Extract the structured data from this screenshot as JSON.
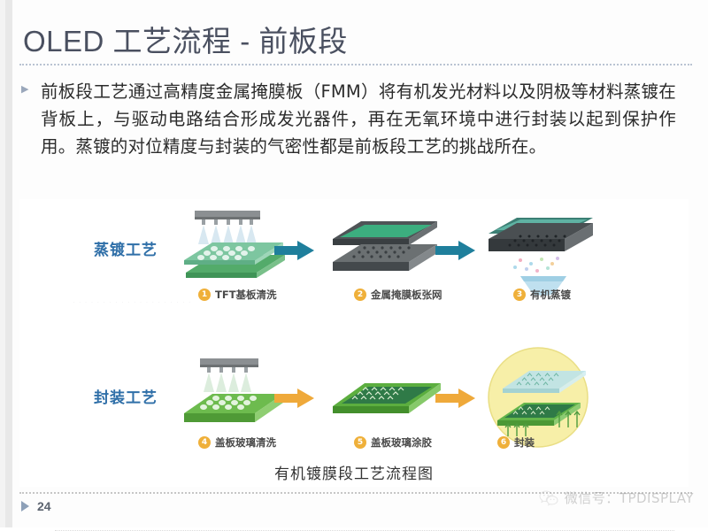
{
  "slide": {
    "title": "OLED 工艺流程 - 前板段",
    "body_text": "前板段工艺通过高精度金属掩膜板（FMM）将有机发光材料以及阴极等材料蒸镀在背板上，与驱动电路结合形成发光器件，再在无氧环境中进行封装以起到保护作用。蒸镀的对位精度与封装的气密性都是前板段工艺的挑战所在。",
    "bullet_marker": "▶"
  },
  "figure": {
    "caption": "有机镀膜段工艺流程图",
    "rows": [
      {
        "label": "蒸镀工艺",
        "label_color": "#2f6fa8",
        "arrow_color": "#1f7f9c",
        "steps": [
          {
            "num": "1",
            "label": "TFT基板清洗",
            "icon": "spray-clean-panel-icon"
          },
          {
            "num": "2",
            "label": "金属掩膜板张网",
            "icon": "fmm-mask-stack-icon"
          },
          {
            "num": "3",
            "label": "有机蒸镀",
            "icon": "organic-evaporation-icon"
          }
        ]
      },
      {
        "label": "封装工艺",
        "label_color": "#2f6fa8",
        "arrow_color": "#efa93a",
        "steps": [
          {
            "num": "4",
            "label": "盖板玻璃清洗",
            "icon": "spray-clean-glass-icon"
          },
          {
            "num": "5",
            "label": "盖板玻璃涂胶",
            "icon": "glass-adhesive-coating-icon"
          },
          {
            "num": "6",
            "label": "封装",
            "icon": "encapsulation-icon"
          }
        ]
      }
    ]
  },
  "footer": {
    "page_number": "24",
    "watermark_text": "微信号：TPDISPLAY",
    "watermark_icon": "wechat-icon"
  },
  "colors": {
    "title": "#4a5060",
    "accent_blue": "#2f6fa8",
    "arrow_teal": "#1f7f9c",
    "arrow_orange": "#efa93a",
    "step_badge": "#efb03a",
    "rule": "#b9c3d2"
  }
}
